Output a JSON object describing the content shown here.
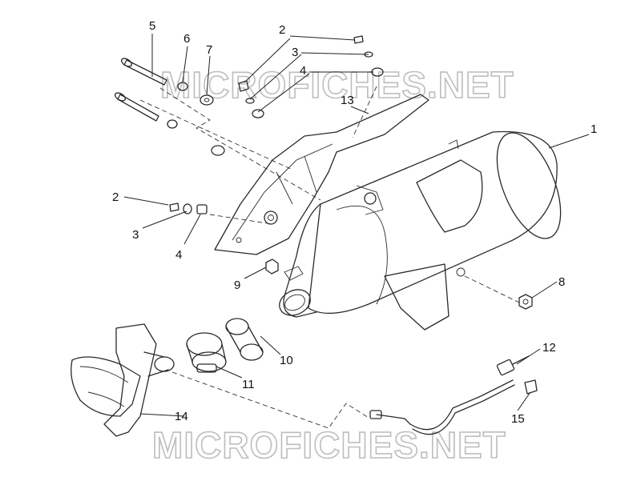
{
  "watermarks": [
    "MICROFICHES.NET",
    "MICROFICHES.NET"
  ],
  "callouts": {
    "c1": "1",
    "c2a": "2",
    "c2b": "2",
    "c3a": "3",
    "c3b": "3",
    "c4a": "4",
    "c4b": "4",
    "c5": "5",
    "c6": "6",
    "c7": "7",
    "c8": "8",
    "c9": "9",
    "c10": "10",
    "c11": "11",
    "c12": "12",
    "c13": "13",
    "c14": "14",
    "c15": "15"
  }
}
